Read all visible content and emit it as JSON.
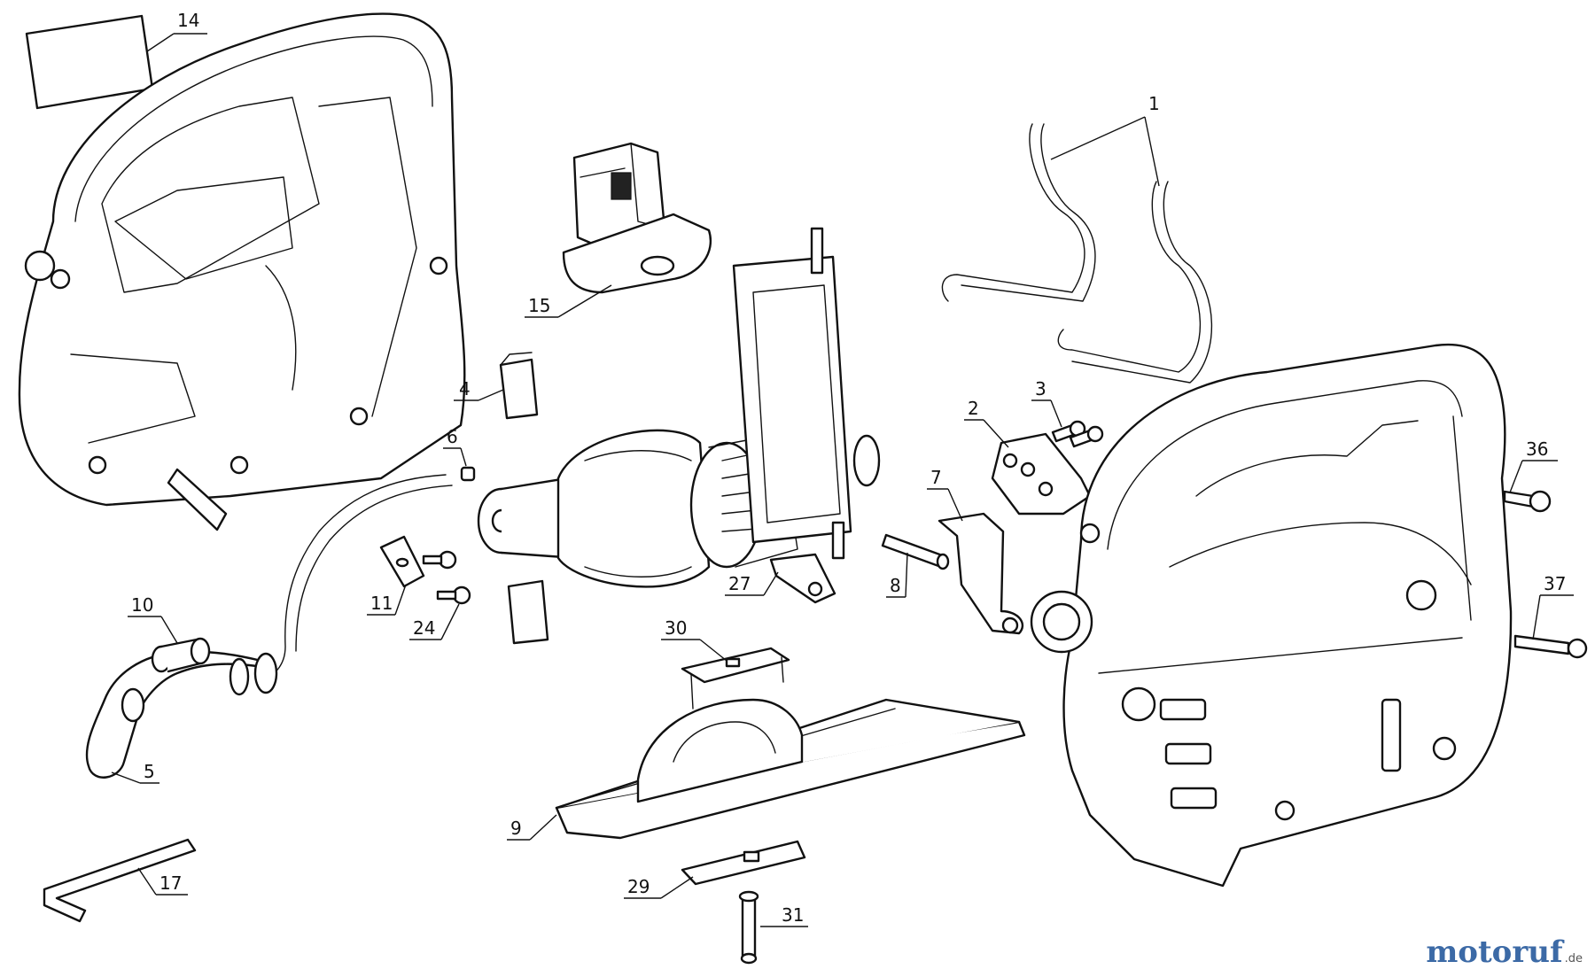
{
  "diagram": {
    "callouts": {
      "p1": "1",
      "p2": "2",
      "p3": "3",
      "p4": "4",
      "p5": "5",
      "p6": "6",
      "p7": "7",
      "p8": "8",
      "p9": "9",
      "p10": "10",
      "p11": "11",
      "p14": "14",
      "p15": "15",
      "p17": "17",
      "p24": "24",
      "p27": "27",
      "p29": "29",
      "p30": "30",
      "p31": "31",
      "p36": "36",
      "p37": "37"
    }
  },
  "watermark": {
    "brand": "motoruf",
    "tld": ".de"
  }
}
